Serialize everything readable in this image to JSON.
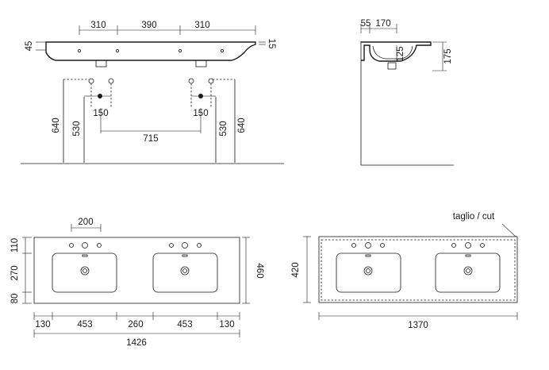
{
  "drawing": {
    "front": {
      "top_dims": [
        "310",
        "390",
        "310"
      ],
      "left_thickness": "45",
      "right_thickness": "15",
      "hole_spacing_left": "150",
      "hole_spacing_right": "150",
      "center_distance": "715",
      "left_heights": [
        "640",
        "530"
      ],
      "right_heights": [
        "530",
        "640"
      ]
    },
    "side": {
      "top_dims": [
        "55",
        "170"
      ],
      "basin_depth": "125",
      "total_height": "175"
    },
    "plan": {
      "tap_width": "200",
      "left_heights": [
        "110",
        "270",
        "80"
      ],
      "right_height": "460",
      "bottom_dims": [
        "130",
        "453",
        "260",
        "453",
        "130"
      ],
      "overall_width": "1426"
    },
    "cut_plan": {
      "cut_label": "taglio / cut",
      "height": "420",
      "width": "1370"
    }
  }
}
